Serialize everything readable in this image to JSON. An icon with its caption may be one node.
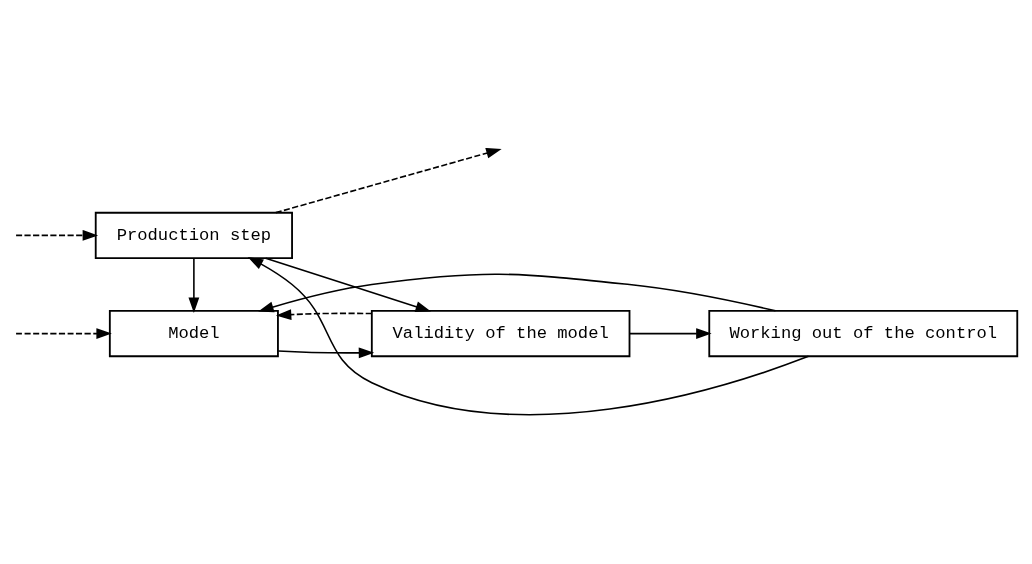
{
  "diagram": {
    "nodes": [
      {
        "text": [
          "Production step"
        ]
      },
      {
        "text": [
          "Model"
        ]
      },
      {
        "text": [
          "Validity of the model"
        ]
      },
      {
        "text": [
          "Working out of the control"
        ]
      }
    ],
    "edges": [
      {
        "from": 0,
        "to": null,
        "arrow": "to",
        "style": "dashed"
      },
      {
        "from": null,
        "to": 0,
        "arrow": "to",
        "style": "dashed"
      },
      {
        "from": null,
        "to": 1,
        "arrow": "to",
        "style": "dashed"
      },
      {
        "from": 0,
        "to": 2,
        "arrow": "to"
      },
      {
        "from": 0,
        "to": 1,
        "arrow": "to"
      },
      {
        "from": 1,
        "to": 2,
        "arrow": "to"
      },
      {
        "from": 2,
        "to": 1,
        "arrow": "to",
        "style": "dashed"
      },
      {
        "from": 2,
        "to": 3,
        "arrow": "to"
      },
      {
        "from": 3,
        "to": 0,
        "arrow": "to"
      },
      {
        "from": 3,
        "to": 1,
        "arrow": "to"
      }
    ]
  }
}
